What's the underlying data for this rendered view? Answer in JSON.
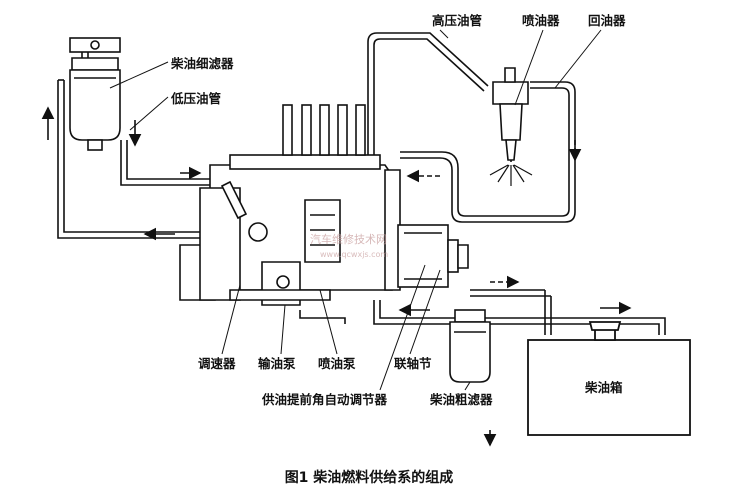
{
  "labels": {
    "fine_filter": "柴油细滤器",
    "low_pressure_pipe": "低压油管",
    "high_pressure_pipe": "高压油管",
    "injector": "喷油器",
    "return_pipe": "回油器",
    "governor": "调速器",
    "feed_pump": "输油泵",
    "injection_pump": "喷油泵",
    "coupling": "联轴节",
    "advance_device": "供油提前角自动调节器",
    "coarse_filter": "柴油粗滤器",
    "tank": "柴油箱"
  },
  "caption": "图1   柴油燃料供给系的组成",
  "watermark": {
    "text": "汽车维修技术网",
    "url": "www.qcwxjs.com"
  }
}
